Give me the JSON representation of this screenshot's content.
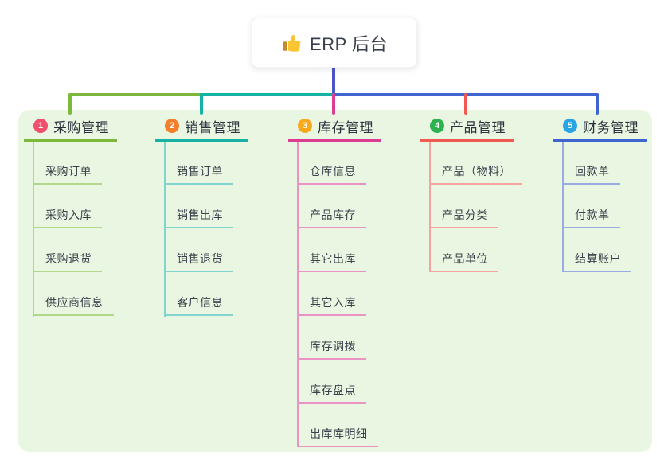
{
  "root": {
    "title": "ERP 后台",
    "icon": "thumbs-up-icon"
  },
  "branches": [
    {
      "index": "1",
      "label": "采购管理",
      "children": [
        "采购订单",
        "采购入库",
        "采购退货",
        "供应商信息"
      ]
    },
    {
      "index": "2",
      "label": "销售管理",
      "children": [
        "销售订单",
        "销售出库",
        "销售退货",
        "客户信息"
      ]
    },
    {
      "index": "3",
      "label": "库存管理",
      "children": [
        "仓库信息",
        "产品库存",
        "其它出库",
        "其它入库",
        "库存调拨",
        "库存盘点",
        "出库库明细"
      ]
    },
    {
      "index": "4",
      "label": "产品管理",
      "children": [
        "产品（物料）",
        "产品分类",
        "产品单位"
      ]
    },
    {
      "index": "5",
      "label": "财务管理",
      "children": [
        "回款单",
        "付款单",
        "结算账户"
      ]
    }
  ],
  "colors": {
    "stem": "#4b55cb",
    "panel": "#e9f6e2",
    "b1": "#7db83d",
    "b1_light": "#b2d88a",
    "badge1": "#f14f6b",
    "b2": "#16b3a4",
    "b2_light": "#82d5cc",
    "badge2": "#f57e2c",
    "b3": "#dc3d92",
    "b3_light": "#eb93c3",
    "badge3": "#f8a81c",
    "b4": "#f15a52",
    "b4_light": "#f8a49e",
    "badge4": "#2cb24e",
    "b5": "#3f65d0",
    "b5_light": "#98abe2",
    "badge5": "#29a5e6"
  }
}
